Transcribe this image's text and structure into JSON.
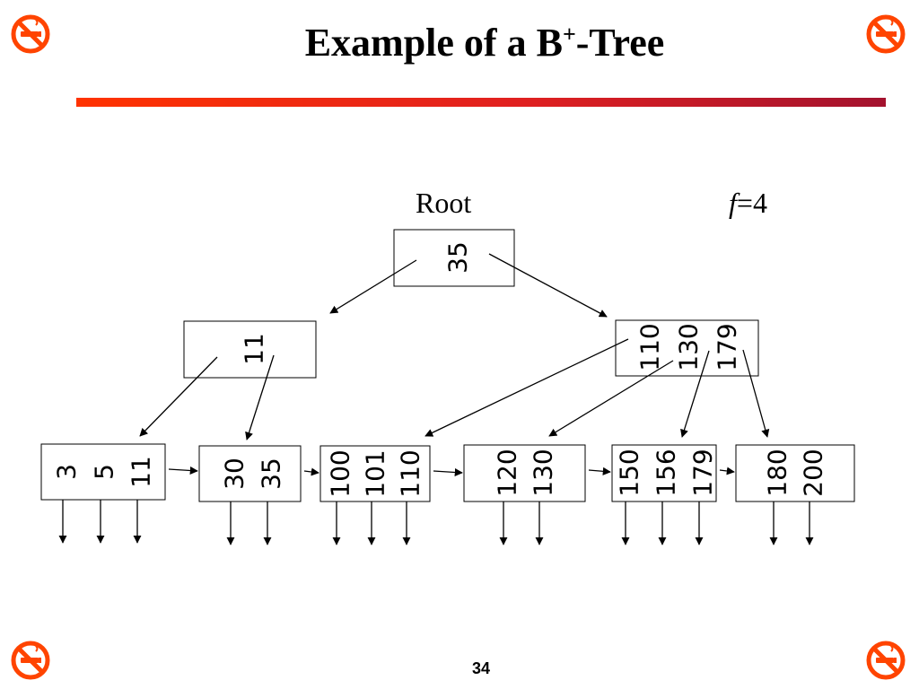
{
  "slide": {
    "title_main": "Example of a B",
    "title_sup": "+",
    "title_suffix": "-Tree",
    "root_label": "Root",
    "fanout_var": "f",
    "fanout_eq": "=4",
    "page_number": "34"
  },
  "colors": {
    "accent_start": "#ff3300",
    "accent_end": "#a3122e",
    "corner_icon": "#ff4400"
  },
  "tree": {
    "root": {
      "keys": [
        "35"
      ]
    },
    "internal": [
      {
        "keys": [
          "11"
        ]
      },
      {
        "keys": [
          "110",
          "130",
          "179"
        ]
      }
    ],
    "leaves": [
      {
        "keys": [
          "3",
          "5",
          "11"
        ]
      },
      {
        "keys": [
          "30",
          "35"
        ]
      },
      {
        "keys": [
          "100",
          "101",
          "110"
        ]
      },
      {
        "keys": [
          "120",
          "130"
        ]
      },
      {
        "keys": [
          "150",
          "156",
          "179"
        ]
      },
      {
        "keys": [
          "180",
          "200"
        ]
      }
    ]
  }
}
